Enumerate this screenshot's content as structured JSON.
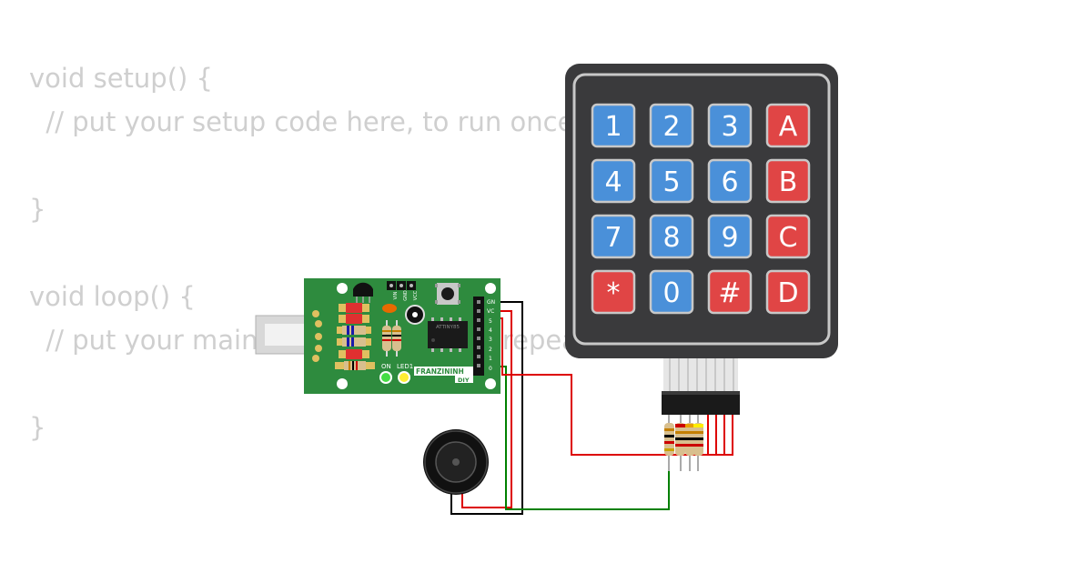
{
  "code_lines": [
    "void setup() {",
    "  // put your setup code here, to run once:",
    "",
    "}",
    "",
    "void loop() {",
    "  // put your main code here, to run repeatedly:",
    "",
    "}"
  ],
  "keypad": {
    "keys": [
      [
        "1",
        "2",
        "3",
        "A"
      ],
      [
        "4",
        "5",
        "6",
        "B"
      ],
      [
        "7",
        "8",
        "9",
        "C"
      ],
      [
        "*",
        "0",
        "#",
        "D"
      ]
    ],
    "colors": {
      "body": "#3a3a3c",
      "number_key": "#4a90d9",
      "function_key": "#e04545",
      "border": "#c8c8c8"
    }
  },
  "board": {
    "labels": {
      "brand": "FRANZININH",
      "brand_sub": "DIY",
      "chip": "ATTINY85",
      "on": "ON",
      "led1": "LED1",
      "jumper_vin": "VIN",
      "jumper_gnd": "GND",
      "jumper_vcc": "VCC",
      "pin_gnd": "GN",
      "pin_vcc": "VC",
      "pin_5": "5",
      "pin_4": "4",
      "pin_3": "3",
      "pin_2": "2",
      "pin_1": "1",
      "pin_0": "0"
    },
    "colors": {
      "pcb": "#2e8b3e",
      "led_on": "#44dd44",
      "led1": "#ffee33"
    }
  },
  "wires": {
    "colors": {
      "red": "#dd0000",
      "green": "#008000",
      "black": "#000000"
    }
  }
}
